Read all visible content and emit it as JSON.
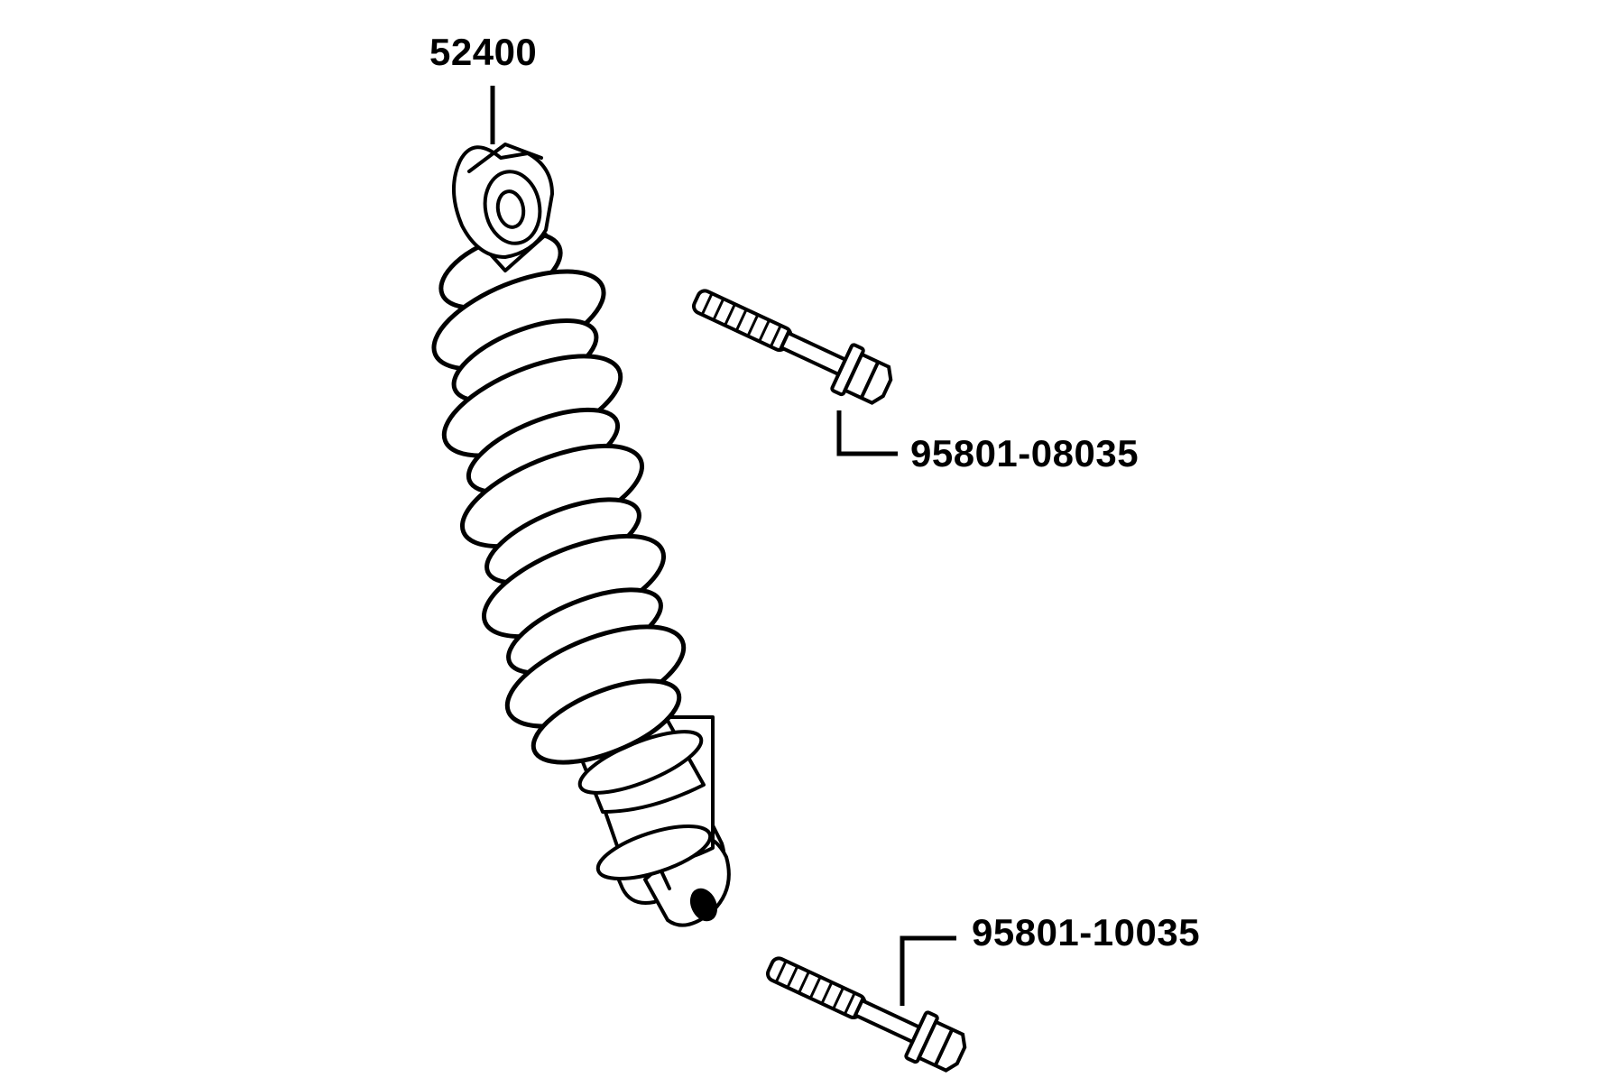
{
  "colors": {
    "ink": "#000000",
    "paper": "#ffffff"
  },
  "parts": [
    {
      "id": "shock_absorber",
      "part_number": "52400",
      "icon": "rear-shock-absorber-icon"
    },
    {
      "id": "upper_bolt",
      "part_number": "95801-08035",
      "icon": "flange-bolt-icon"
    },
    {
      "id": "lower_bolt",
      "part_number": "95801-10035",
      "icon": "flange-bolt-icon"
    }
  ]
}
